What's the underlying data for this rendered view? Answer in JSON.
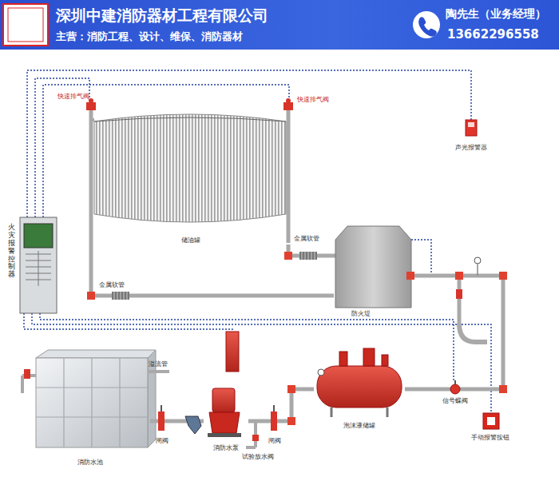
{
  "diagram": {
    "title": "深圳中建消防器材工程有限公司",
    "nodes": [
      {
        "text": [
          "储油罐"
        ]
      },
      {
        "text": [
          "火灾报警控制器"
        ]
      },
      {
        "text": [
          "消防水池"
        ]
      },
      {
        "text": [
          "消防水泵"
        ]
      },
      {
        "text": [
          "泡沫液储罐"
        ]
      }
    ],
    "edges": [
      {
        "from": 2,
        "to": 3,
        "arrow": "none"
      },
      {
        "from": 3,
        "to": 4,
        "arrow": "none"
      },
      {
        "from": 4,
        "to": 0,
        "arrow": "none"
      }
    ],
    "labels": [
      "主营：消防工程、设计、维保、消防器材",
      "陶先生（业务经理）",
      "13662296558",
      "快速排气阀",
      "快速排气阀",
      "声光报警器",
      "金属软管",
      "金属软管",
      "防火堤",
      "溢流管",
      "信号蝶阀",
      "闸阀",
      "闸阀",
      "试验放水阀",
      "手动报警按钮"
    ]
  }
}
